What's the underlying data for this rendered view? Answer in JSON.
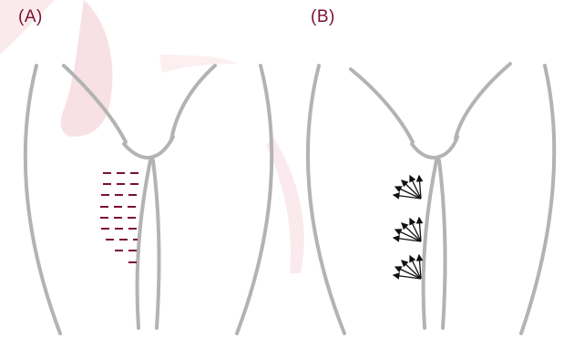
{
  "panels": [
    {
      "id": "A",
      "label": "(A)",
      "marker": "dashes",
      "marker_color": "#7a1030"
    },
    {
      "id": "B",
      "label": "(B)",
      "marker": "arrow-fans",
      "marker_color": "#111111"
    }
  ],
  "colors": {
    "outline": "#b3b3b3",
    "watermark": "#e8b7bf",
    "label": "#7a1030"
  }
}
